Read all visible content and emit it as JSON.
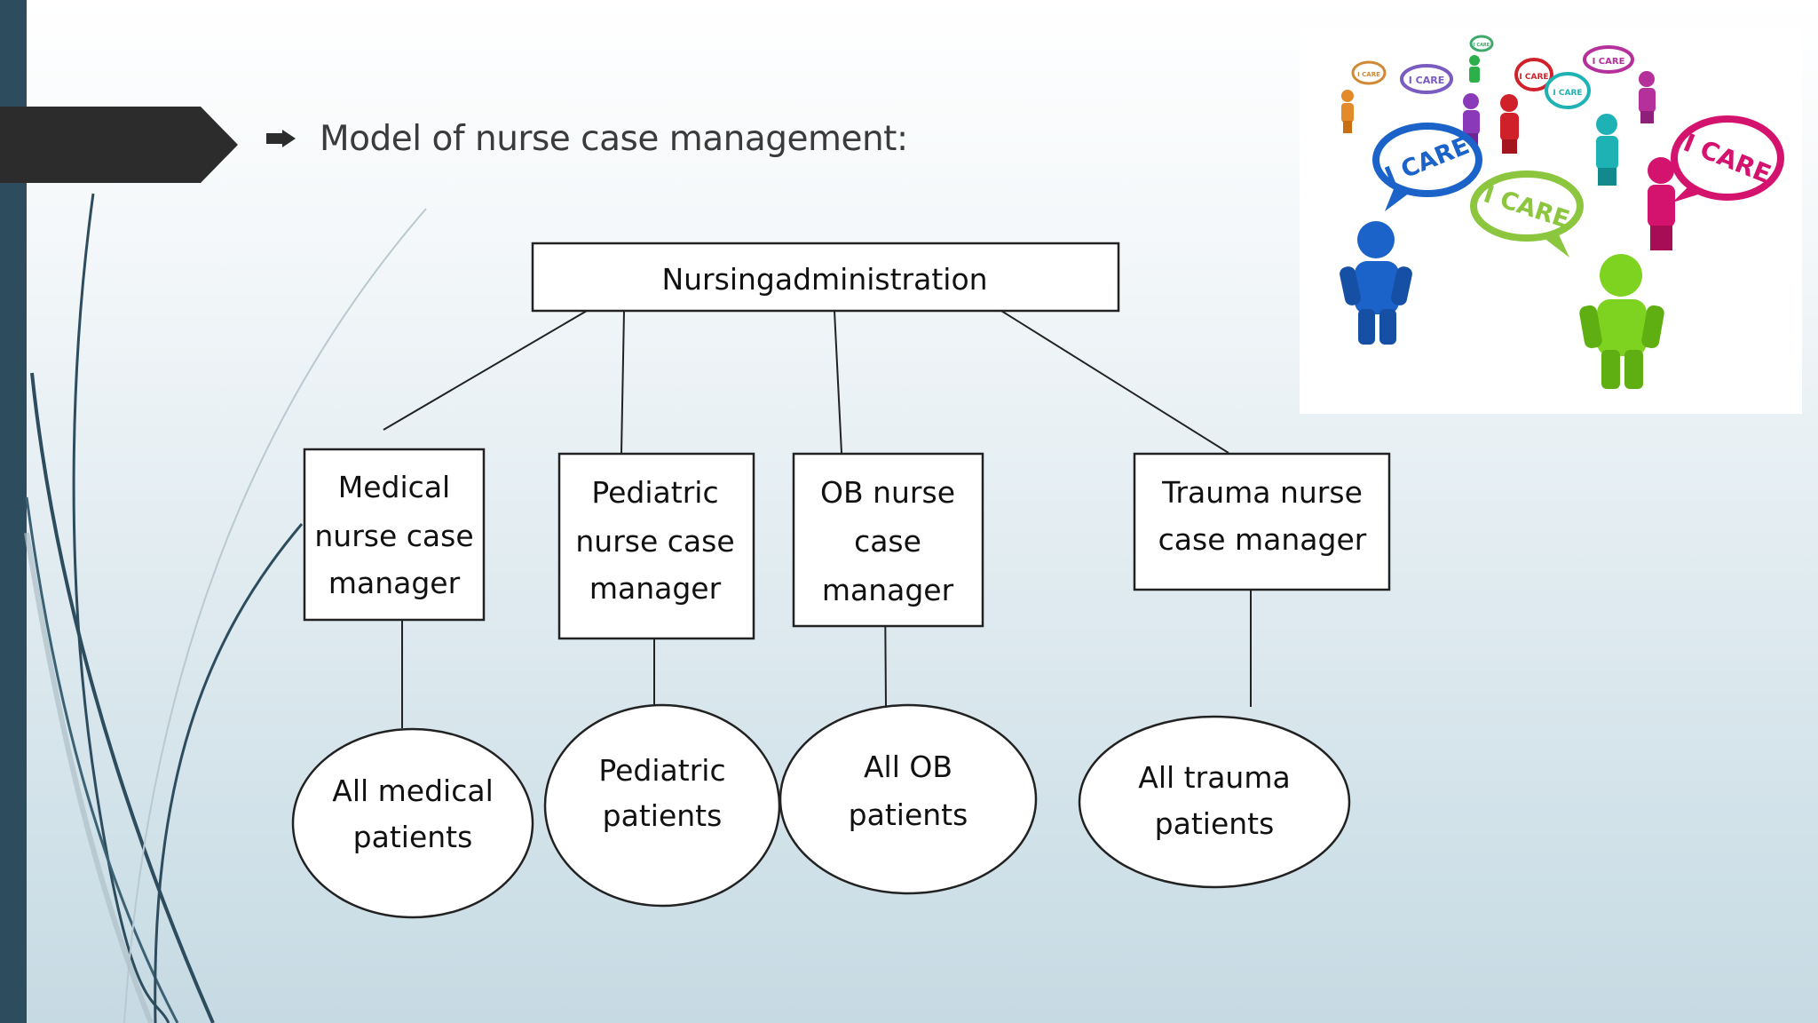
{
  "slide": {
    "title": "Model of nurse case management:",
    "bullet_icon": "arrow-bullet-icon"
  },
  "diagram": {
    "root": "Nursingadministration",
    "managers": [
      {
        "lines": [
          "Medical",
          "nurse case",
          "manager"
        ]
      },
      {
        "lines": [
          "Pediatric",
          "nurse case",
          "manager"
        ]
      },
      {
        "lines": [
          "OB nurse",
          "case",
          "manager"
        ]
      },
      {
        "lines": [
          "Trauma nurse",
          "case manager"
        ]
      }
    ],
    "patients": [
      {
        "lines": [
          "All medical",
          "patients"
        ]
      },
      {
        "lines": [
          "Pediatric",
          "patients"
        ]
      },
      {
        "lines": [
          "All OB",
          "patients"
        ]
      },
      {
        "lines": [
          "All trauma",
          "patients"
        ]
      }
    ]
  },
  "image": {
    "bubbles": [
      "I CARE",
      "I CARE",
      "I CARE",
      "I CARE",
      "I CARE",
      "I CARE",
      "I CARE",
      "I CARE",
      "I CARE"
    ]
  },
  "colors": {
    "sidebar": "#2d4d5e",
    "title_tab": "#2c2c2c",
    "title_text": "#3b3b3b"
  }
}
